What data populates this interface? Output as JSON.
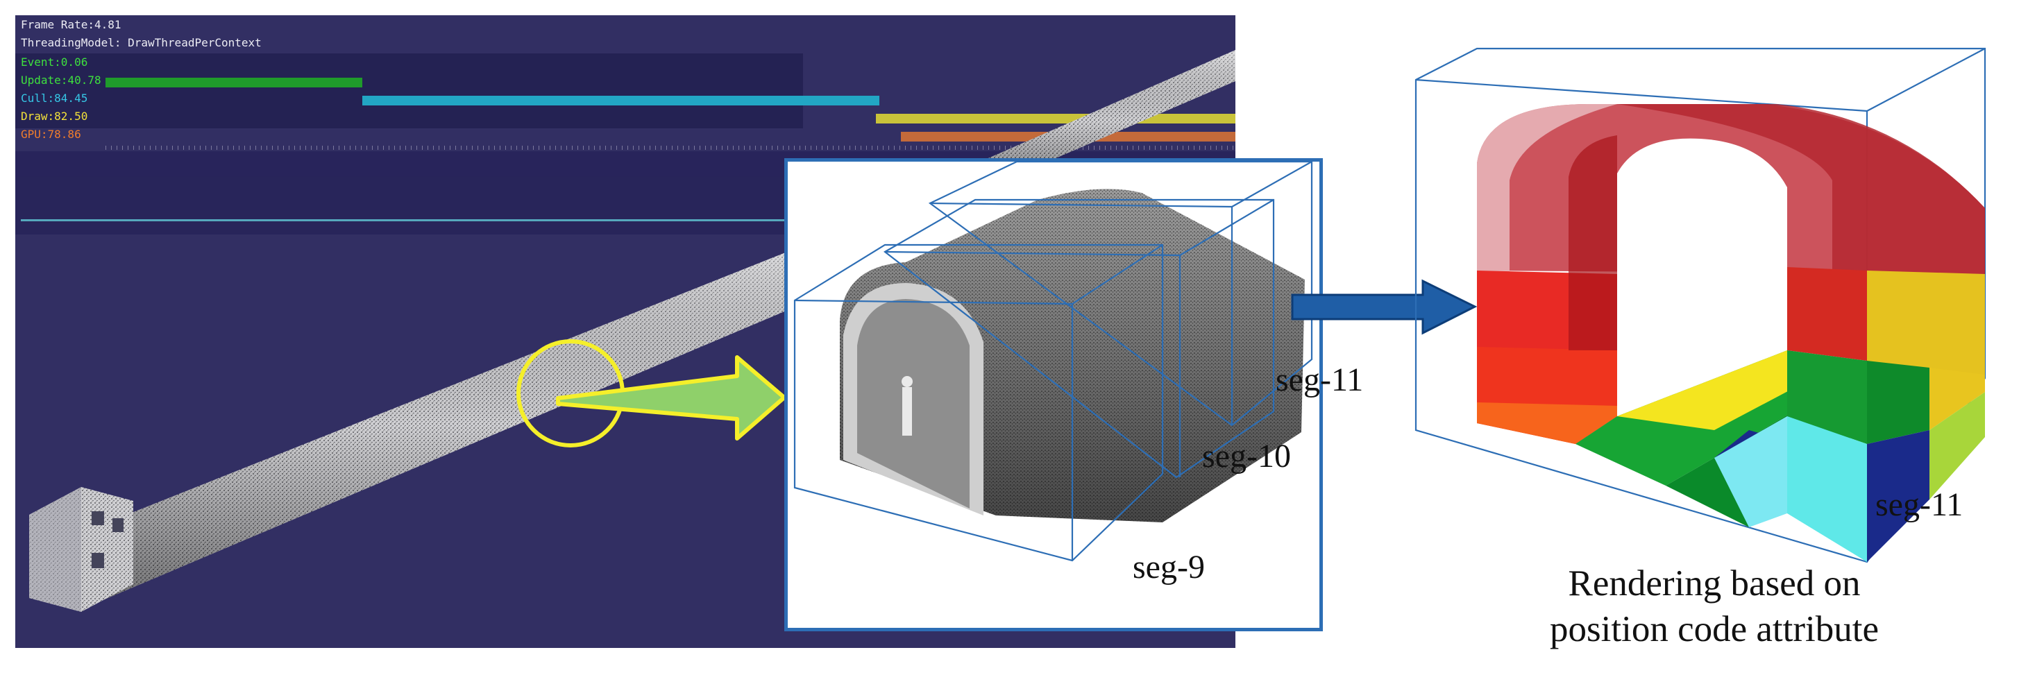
{
  "stats": {
    "frame_rate": "Frame Rate:4.81",
    "threading": "ThreadingModel: DrawThreadPerContext",
    "items": [
      {
        "label": "Event:0.06",
        "color": "#3ee03e"
      },
      {
        "label": "Update:40.78",
        "color": "#3ee03e"
      },
      {
        "label": "Cull:84.45",
        "color": "#36c7e6"
      },
      {
        "label": "Draw:82.50",
        "color": "#f3e13a"
      },
      {
        "label": "GPU:78.86",
        "color": "#f07d2c"
      }
    ]
  },
  "segments": {
    "seg9": "seg-9",
    "seg10": "seg-10",
    "seg11": "seg-11",
    "seg11_right": "seg-11"
  },
  "caption": {
    "line1": "Rendering based on",
    "line2": "position code attribute"
  },
  "colors": {
    "viewer_bg": "#322f63",
    "box_outline": "#2d6eb5",
    "highlight": "#f5ef2a",
    "arrow_fill": "#8fd06a",
    "blue_arrow": "#1f5ea6"
  }
}
